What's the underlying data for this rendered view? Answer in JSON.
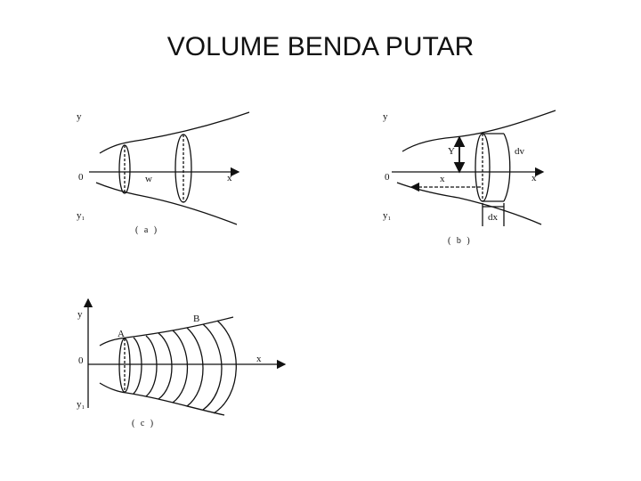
{
  "slide": {
    "title": "VOLUME BENDA PUTAR"
  },
  "diagram_a": {
    "y": "y",
    "zero": "0",
    "x": "x",
    "w": "w",
    "y1": "y₁",
    "caption": "( a )"
  },
  "diagram_b": {
    "y": "y",
    "zero": "0",
    "x": "x",
    "Y": "Y",
    "x_arrow": "x",
    "dv": "dv",
    "dx": "dx",
    "y1": "y₁",
    "caption": "( b )"
  },
  "diagram_c": {
    "y": "y",
    "zero": "0",
    "x": "x",
    "A": "A",
    "B": "B",
    "y1": "y₁",
    "caption": "( c )"
  }
}
